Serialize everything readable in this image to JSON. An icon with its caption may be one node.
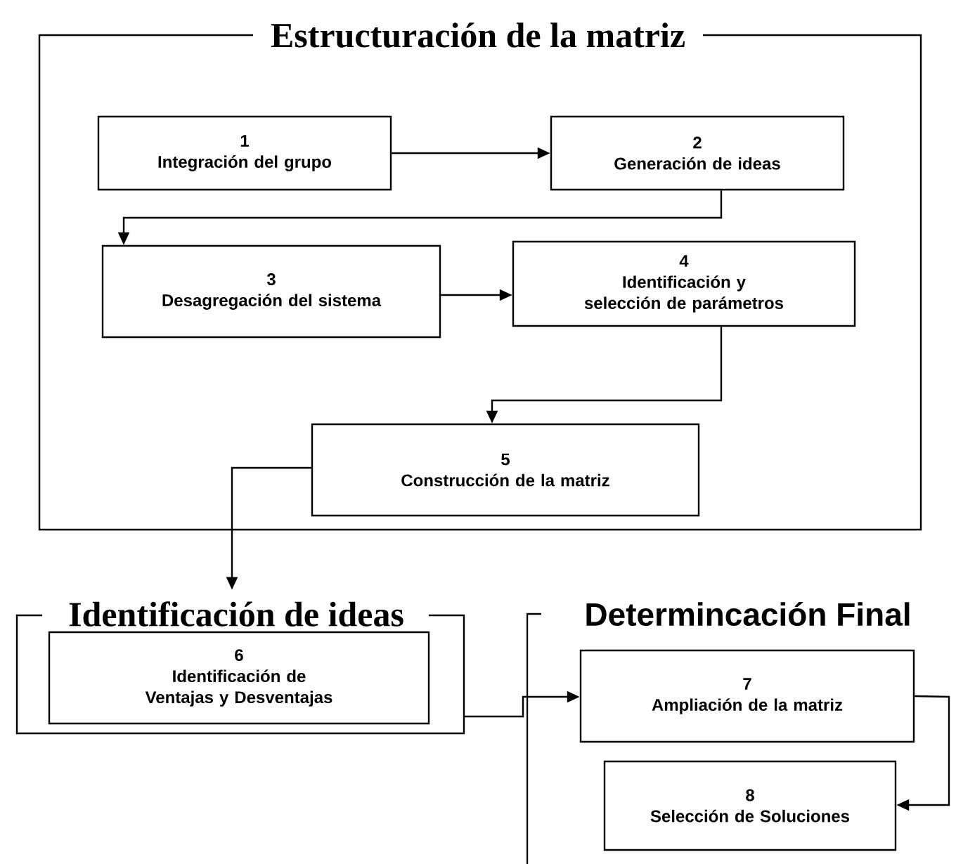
{
  "diagram": {
    "nodes": [
      {
        "text": [
          "Estructuración de la matriz"
        ]
      },
      {
        "text": [
          "1",
          "Integración del grupo"
        ],
        "in": 0
      },
      {
        "text": [
          "2",
          "Generación de ideas"
        ],
        "in": 0
      },
      {
        "text": [
          "3",
          "Desagregación del sistema"
        ],
        "in": 0
      },
      {
        "text": [
          "4",
          "Identificación y selección de parámetros"
        ],
        "in": 0
      },
      {
        "text": [
          "5",
          "Construcción de la matriz"
        ],
        "in": 0
      },
      {
        "text": [
          "Identificación de ideas"
        ]
      },
      {
        "text": [
          "6",
          "Identificación de Ventajas y Desventajas"
        ],
        "in": 6
      },
      {
        "text": [
          "Determincación Final"
        ]
      },
      {
        "text": [
          "7",
          "Ampliación de la matriz"
        ],
        "in": 8
      },
      {
        "text": [
          "8",
          "Selección de Soluciones"
        ],
        "in": 8
      }
    ],
    "edges": [
      {
        "from": 1,
        "to": 2,
        "arrow": "to"
      },
      {
        "from": 2,
        "to": 3,
        "arrow": "to"
      },
      {
        "from": 3,
        "to": 4,
        "arrow": "to"
      },
      {
        "from": 4,
        "to": 5,
        "arrow": "to"
      },
      {
        "from": 5,
        "to": 6,
        "arrow": "to"
      },
      {
        "from": 6,
        "to": 9,
        "arrow": "to"
      },
      {
        "from": 9,
        "to": 10,
        "arrow": "to"
      }
    ]
  }
}
